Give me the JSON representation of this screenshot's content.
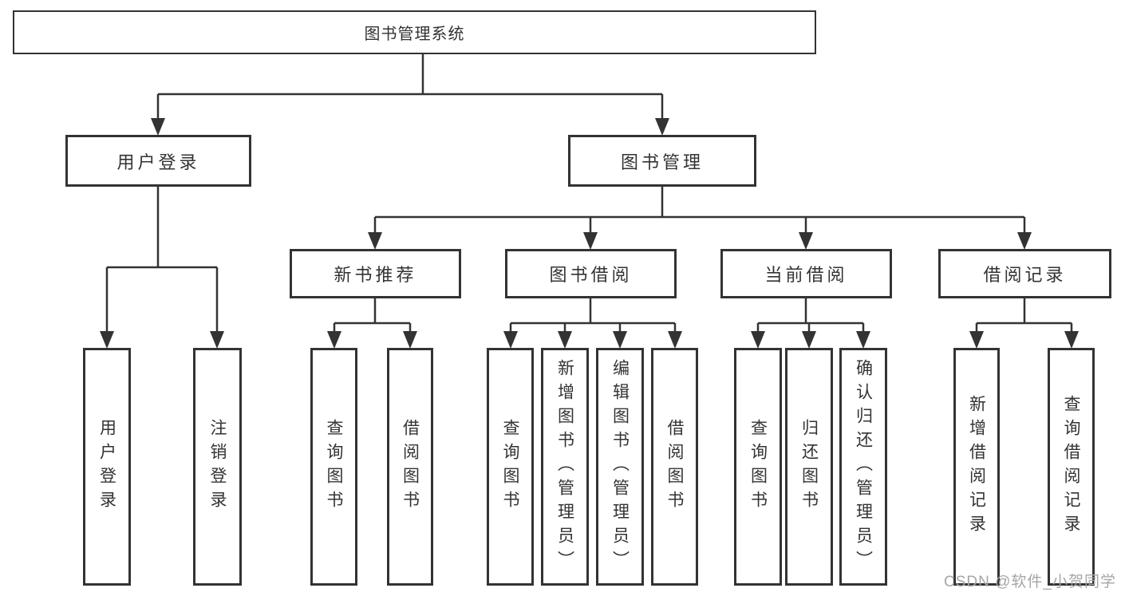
{
  "diagram_title": "图书管理系统",
  "tree": {
    "root": {
      "label": "图书管理系统"
    },
    "branches": [
      {
        "label": "用户登录",
        "children": [
          {
            "label": "用户登录"
          },
          {
            "label": "注销登录"
          }
        ]
      },
      {
        "label": "图书管理",
        "children": [
          {
            "label": "新书推荐",
            "children": [
              {
                "label": "查询图书"
              },
              {
                "label": "借阅图书"
              }
            ]
          },
          {
            "label": "图书借阅",
            "children": [
              {
                "label": "查询图书"
              },
              {
                "label": "新增图书（管理员）"
              },
              {
                "label": "编辑图书（管理员）"
              },
              {
                "label": "借阅图书"
              }
            ]
          },
          {
            "label": "当前借阅",
            "children": [
              {
                "label": "查询图书"
              },
              {
                "label": "归还图书"
              },
              {
                "label": "确认归还（管理员）"
              }
            ]
          },
          {
            "label": "借阅记录",
            "children": [
              {
                "label": "新增借阅记录"
              },
              {
                "label": "查询借阅记录"
              }
            ]
          }
        ]
      }
    ]
  },
  "watermark": "CSDN @软件_小贺同学",
  "colors": {
    "line": "#333333",
    "box_border": "#333333",
    "text": "#333333",
    "background": "#ffffff",
    "watermark": "#a6a6a6"
  }
}
